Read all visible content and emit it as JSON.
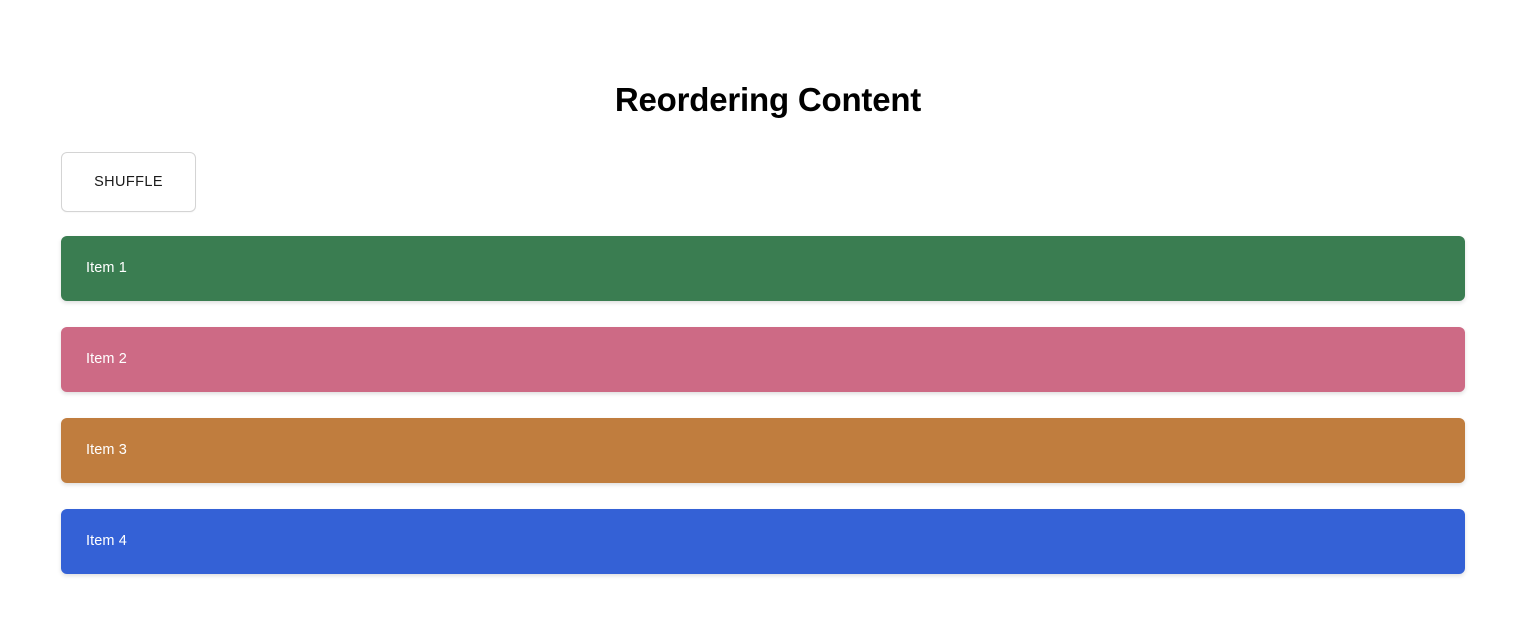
{
  "page": {
    "title": "Reordering Content",
    "background_color": "#ffffff"
  },
  "toolbar": {
    "shuffle_label": "SHUFFLE"
  },
  "list": {
    "items": [
      {
        "label": "Item 1",
        "color": "#3a7d51"
      },
      {
        "label": "Item 2",
        "color": "#cd6a85"
      },
      {
        "label": "Item 3",
        "color": "#c07d3e"
      },
      {
        "label": "Item 4",
        "color": "#3461d6"
      }
    ]
  }
}
